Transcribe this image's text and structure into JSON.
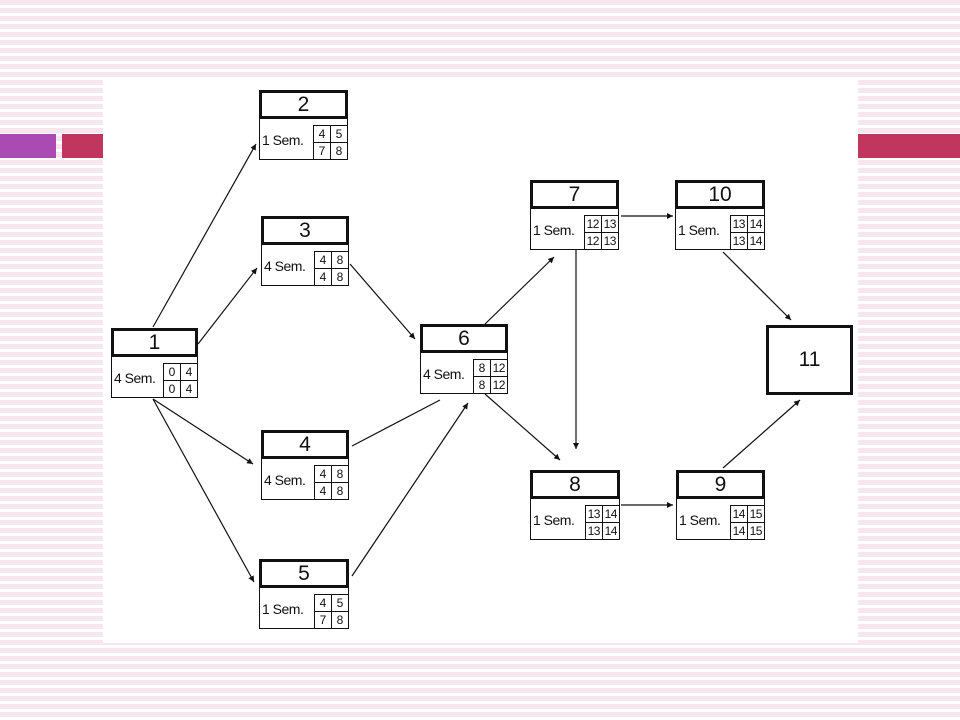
{
  "nodes": [
    {
      "id": "1",
      "duration": "4 Sem.",
      "cells": [
        "0",
        "4",
        "0",
        "4"
      ]
    },
    {
      "id": "2",
      "duration": "1 Sem.",
      "cells": [
        "4",
        "5",
        "7",
        "8"
      ]
    },
    {
      "id": "3",
      "duration": "4 Sem.",
      "cells": [
        "4",
        "8",
        "4",
        "8"
      ]
    },
    {
      "id": "4",
      "duration": "4 Sem.",
      "cells": [
        "4",
        "8",
        "4",
        "8"
      ]
    },
    {
      "id": "5",
      "duration": "1 Sem.",
      "cells": [
        "4",
        "5",
        "7",
        "8"
      ]
    },
    {
      "id": "6",
      "duration": "4 Sem.",
      "cells": [
        "8",
        "12",
        "8",
        "12"
      ]
    },
    {
      "id": "7",
      "duration": "1 Sem.",
      "cells": [
        "12",
        "13",
        "12",
        "13"
      ]
    },
    {
      "id": "8",
      "duration": "1 Sem.",
      "cells": [
        "13",
        "14",
        "13",
        "14"
      ]
    },
    {
      "id": "9",
      "duration": "1 Sem.",
      "cells": [
        "14",
        "15",
        "14",
        "15"
      ]
    },
    {
      "id": "10",
      "duration": "1 Sem.",
      "cells": [
        "13",
        "14",
        "13",
        "14"
      ]
    },
    {
      "id": "11"
    }
  ],
  "edges": [
    [
      "1",
      "2"
    ],
    [
      "1",
      "3"
    ],
    [
      "1",
      "4"
    ],
    [
      "1",
      "5"
    ],
    [
      "3",
      "6"
    ],
    [
      "4",
      "6"
    ],
    [
      "5",
      "6"
    ],
    [
      "6",
      "7"
    ],
    [
      "6",
      "8"
    ],
    [
      "7",
      "8"
    ],
    [
      "7",
      "10"
    ],
    [
      "8",
      "9"
    ],
    [
      "10",
      "11"
    ],
    [
      "9",
      "11"
    ]
  ],
  "colors": {
    "accent_purple": "#a94bb3",
    "accent_red": "#c0365f",
    "ink": "#111111"
  }
}
